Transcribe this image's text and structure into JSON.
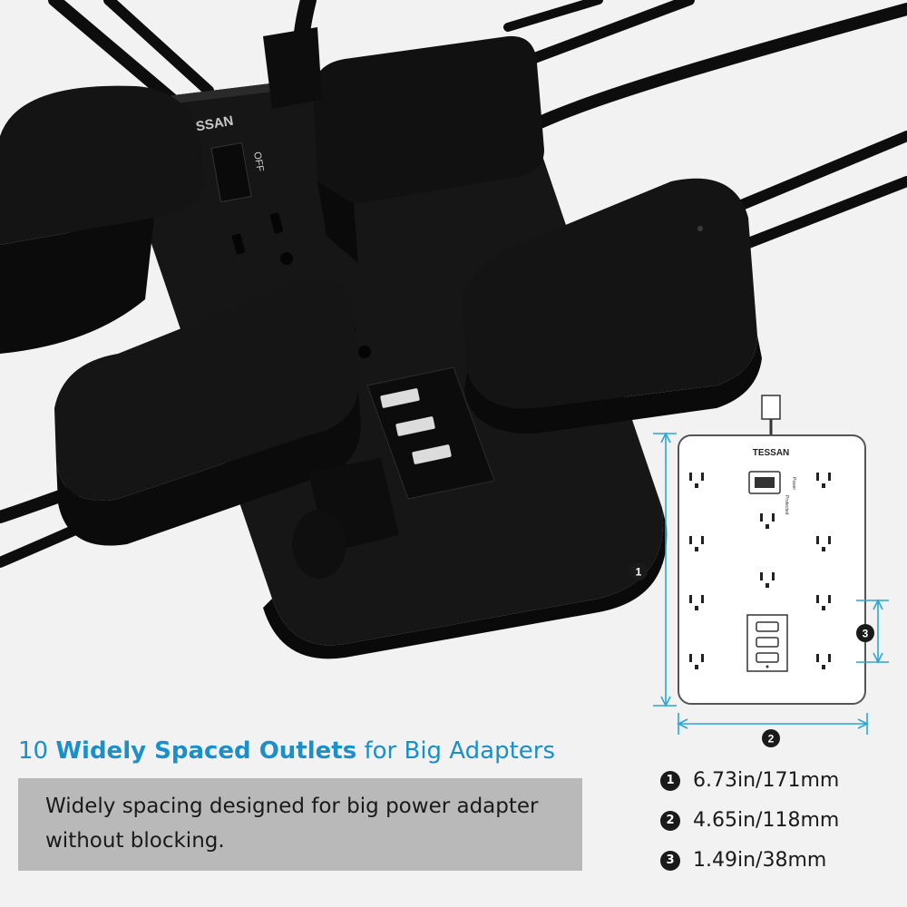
{
  "photo": {
    "brand": "TESSAN",
    "switch_label": "OFF"
  },
  "headline": {
    "part1": "10 ",
    "part2": "Widely Spaced Outlets",
    "part3": " for Big Adapters"
  },
  "description": "Widely spacing designed for big power adapter without blocking.",
  "diagram": {
    "brand": "TESSAN",
    "indicator_power": "Power",
    "indicator_protected": "Protected",
    "marker_1": "1",
    "marker_2": "2",
    "marker_3": "3"
  },
  "specs": [
    {
      "num": "1",
      "text": "6.73in/171mm"
    },
    {
      "num": "2",
      "text": "4.65in/118mm"
    },
    {
      "num": "3",
      "text": "1.49in/38mm"
    }
  ],
  "colors": {
    "accent_blue": "#1a8fc9",
    "dimension_blue": "#2aa6d6",
    "background": "#f2f2f2",
    "desc_box": "#b9b9b9",
    "product": "#151515"
  }
}
